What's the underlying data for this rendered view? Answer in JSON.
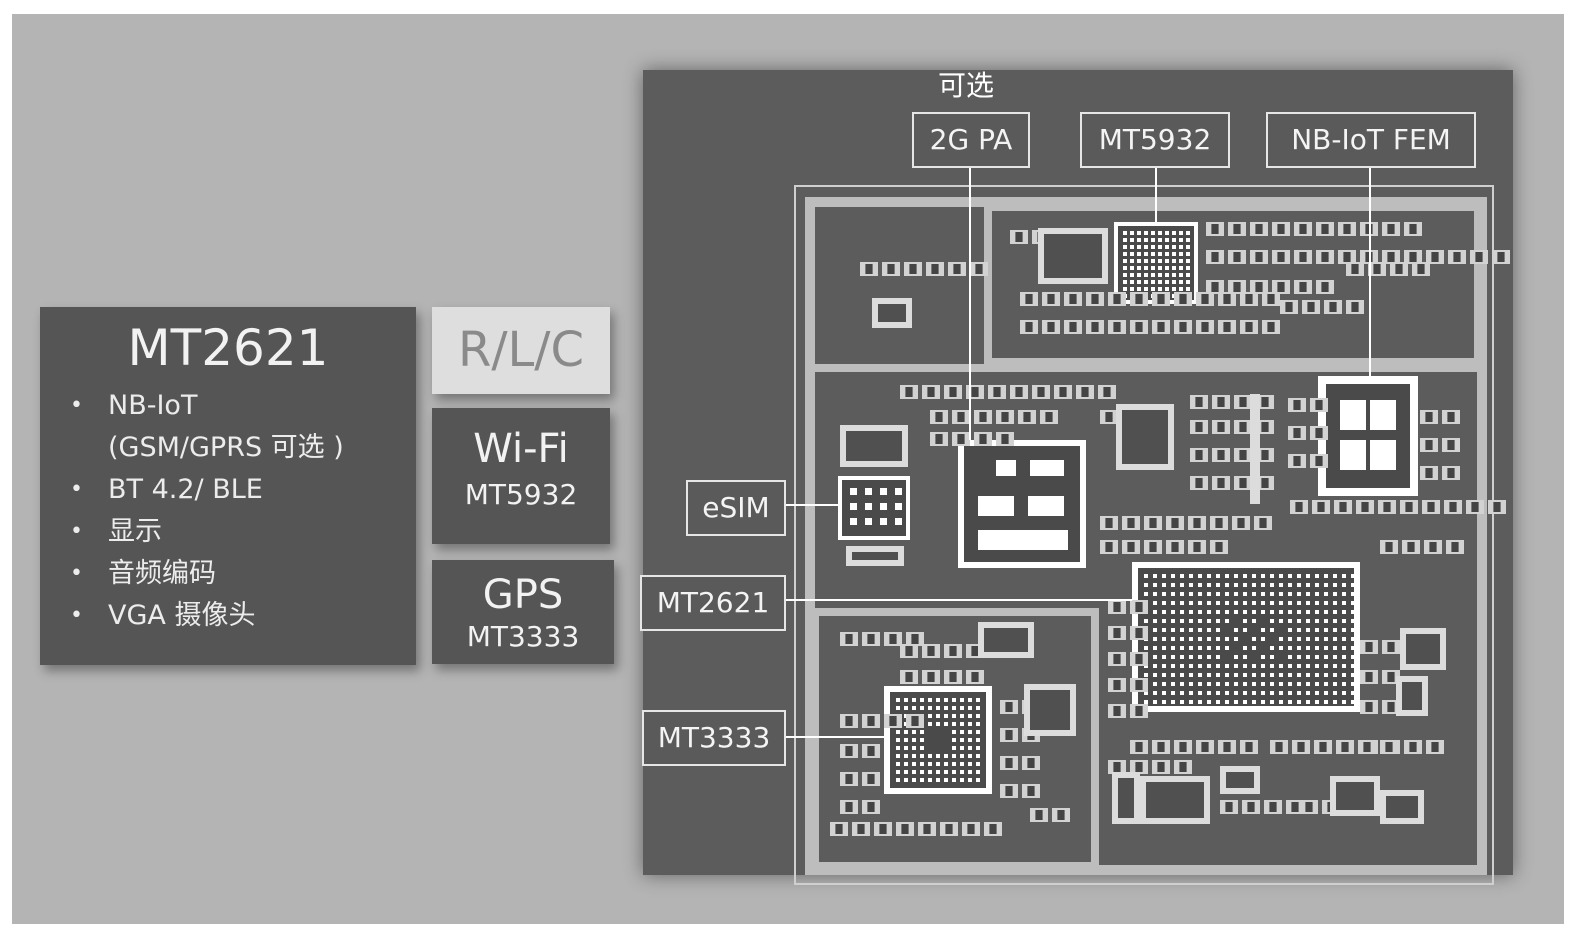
{
  "spec": {
    "title": "MT2621",
    "items": [
      {
        "text": "NB-IoT",
        "sub": "(GSM/GPRS 可选 )"
      },
      {
        "text": "BT 4.2/ BLE"
      },
      {
        "text": "显示"
      },
      {
        "text": "音频编码"
      },
      {
        "text": "VGA 摄像头"
      }
    ],
    "bullet": "•"
  },
  "modules": {
    "rlc": "R/L/C",
    "wifi": {
      "title": "Wi-Fi",
      "chip": "MT5932"
    },
    "gps": {
      "title": "GPS",
      "chip": "MT3333"
    }
  },
  "board": {
    "optional_label": "可选",
    "callouts": {
      "pa2g": "2G PA",
      "mt5932": "MT5932",
      "nbiot_fem": "NB-IoT FEM",
      "esim": "eSIM",
      "mt2621": "MT2621",
      "mt3333": "MT3333"
    }
  },
  "colors": {
    "frame": "#b4b4b4",
    "dark_box": "#555555",
    "board": "#5c5c5c",
    "trace": "#c8c8c8",
    "callout_border": "#e6e6e6"
  }
}
